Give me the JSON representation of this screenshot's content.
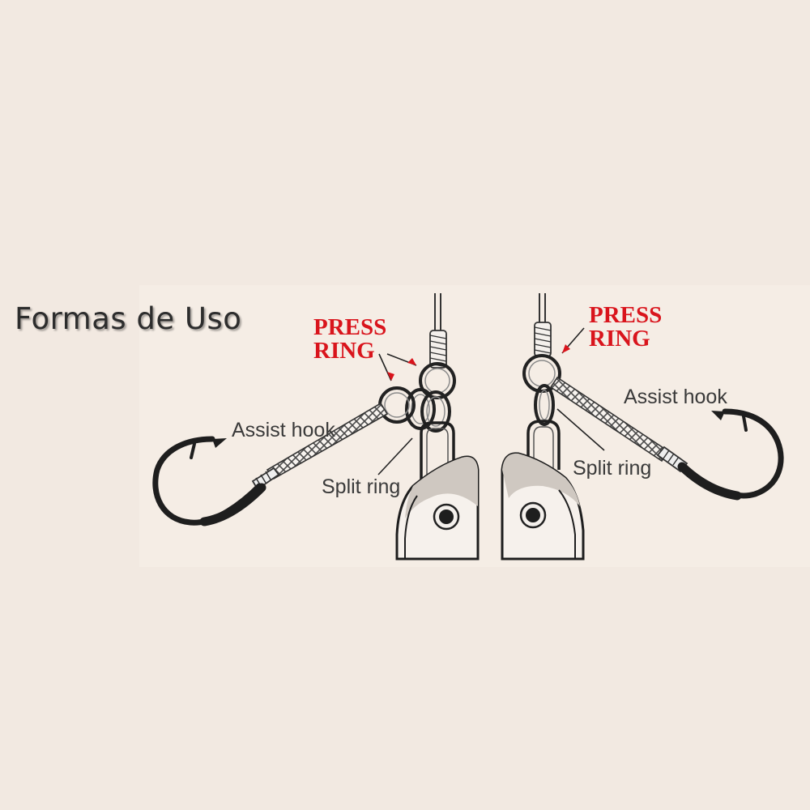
{
  "title": "Formas de Uso",
  "left_panel": {
    "press_ring_label_line1": "PRESS",
    "press_ring_label_line2": "RING",
    "assist_hook_label": "Assist hook",
    "split_ring_label": "Split ring"
  },
  "right_panel": {
    "press_ring_label_line1": "PRESS",
    "press_ring_label_line2": "RING",
    "assist_hook_label": "Assist hook",
    "split_ring_label": "Split ring"
  },
  "colors": {
    "background": "#f2e9e1",
    "label_red": "#d9141c",
    "label_gray": "#3a3a3a",
    "line": "#1e1e1e"
  },
  "icons": [
    "assist-hook-icon",
    "split-ring-icon",
    "press-ring-icon",
    "jig-lure-icon",
    "braided-line-icon"
  ]
}
